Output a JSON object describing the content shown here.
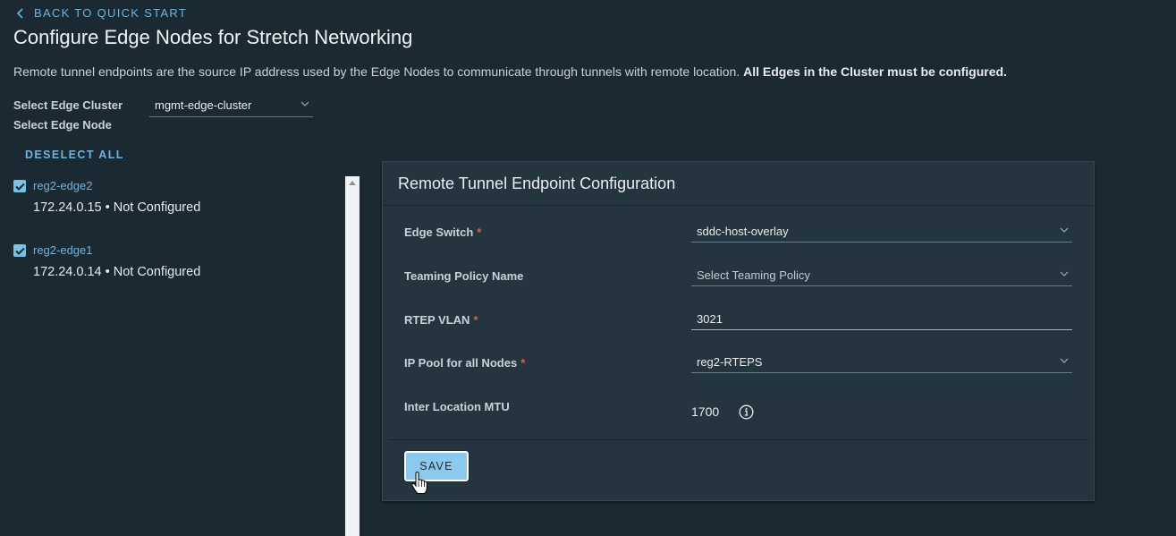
{
  "header": {
    "back_label": "BACK TO QUICK START",
    "title": "Configure Edge Nodes for Stretch Networking",
    "description_main": "Remote tunnel endpoints are the source IP address used by the Edge Nodes to communicate through tunnels with remote location.",
    "description_bold": "All Edges in the Cluster must be configured."
  },
  "selection": {
    "cluster_label": "Select Edge Cluster",
    "cluster_value": "mgmt-edge-cluster",
    "node_label": "Select Edge Node",
    "deselect_all": "DESELECT ALL"
  },
  "nodes": [
    {
      "name": "reg2-edge2",
      "info": "172.24.0.15 • Not Configured",
      "checked": true
    },
    {
      "name": "reg2-edge1",
      "info": "172.24.0.14 • Not Configured",
      "checked": true
    }
  ],
  "panel": {
    "title": "Remote Tunnel Endpoint Configuration",
    "fields": {
      "edge_switch": {
        "label": "Edge Switch",
        "value": "sddc-host-overlay",
        "required": "*"
      },
      "teaming_policy": {
        "label": "Teaming Policy Name",
        "placeholder": "Select Teaming Policy"
      },
      "rtep_vlan": {
        "label": "RTEP VLAN",
        "value": "3021",
        "required": "*"
      },
      "ip_pool": {
        "label": "IP Pool for all Nodes",
        "value": "reg2-RTEPS",
        "required": "*"
      },
      "mtu": {
        "label": "Inter Location MTU",
        "value": "1700"
      }
    },
    "save_label": "SAVE"
  },
  "colors": {
    "background": "#1b2a32",
    "panel": "#253540",
    "link": "#6fb3e0",
    "primary_button": "#8cc9ee",
    "required": "#e05b53"
  },
  "icons": [
    "chevron-left-icon",
    "chevron-down-icon",
    "checkmark-icon",
    "info-circle-icon",
    "hand-pointer-cursor"
  ]
}
